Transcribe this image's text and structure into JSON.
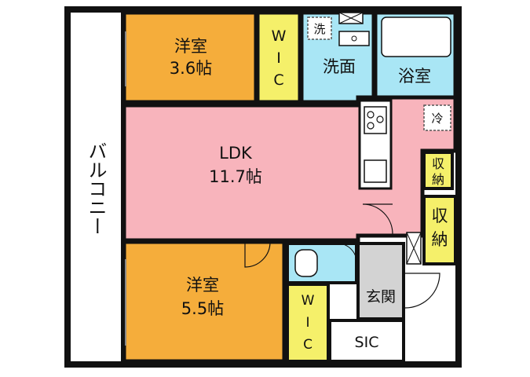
{
  "balcony": {
    "label": "バルコニー"
  },
  "rooms": {
    "western_small": {
      "name": "洋室",
      "size": "3.6帖",
      "color": "#f5ad3b"
    },
    "wic_top": {
      "label_chars": [
        "W",
        "I",
        "C"
      ],
      "color": "#f5f06a"
    },
    "washroom": {
      "name": "洗面",
      "color": "#a9e6f5"
    },
    "washer": {
      "label": "洗"
    },
    "bath": {
      "name": "浴室",
      "color": "#a9e6f5"
    },
    "ldk": {
      "name": "LDK",
      "size": "11.7帖",
      "color": "#f8b4bc"
    },
    "fridge": {
      "label": "冷"
    },
    "storage_small": {
      "label_chars": [
        "収",
        "納"
      ],
      "color": "#f5f06a"
    },
    "storage_large": {
      "label_chars": [
        "収",
        "納"
      ],
      "color": "#f5f06a"
    },
    "toilet": {
      "color": "#a9e6f5"
    },
    "entrance": {
      "name": "玄関",
      "color": "#d3d3d3"
    },
    "western_large": {
      "name": "洋室",
      "size": "5.5帖",
      "color": "#f5ad3b"
    },
    "wic_bottom": {
      "label_chars": [
        "W",
        "I",
        "C"
      ],
      "color": "#f5f06a"
    },
    "sic": {
      "label": "SIC"
    }
  },
  "colors": {
    "wall": "#111111",
    "balcony": "#ffffff",
    "kitchen": "#ffffff"
  }
}
